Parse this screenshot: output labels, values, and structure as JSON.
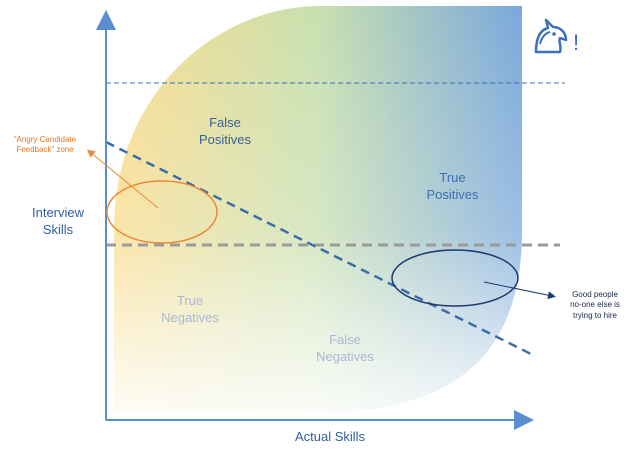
{
  "axes": {
    "x_label": "Actual Skills",
    "y_label": "Interview Skills"
  },
  "quadrants": {
    "false_positives": "False\nPositives",
    "true_positives": "True\nPositives",
    "true_negatives": "True\nNegatives",
    "false_negatives": "False\nNegatives"
  },
  "annotations": {
    "angry_zone": "“Angry Candidate\nFeedback” zone",
    "good_people": "Good people\nno-one else is\ntrying to hire"
  },
  "logo": {
    "icon": "unicorn-icon",
    "mark": "!"
  },
  "colors": {
    "gradient_start": "#f9dc8c",
    "gradient_mid": "#c8e0b0",
    "gradient_end": "#7aa8dc",
    "axis": "#5b8ed0",
    "threshold_line": "#3a6ea8",
    "orange_accent": "#e98a3a",
    "navy_accent": "#1e3a6e"
  }
}
